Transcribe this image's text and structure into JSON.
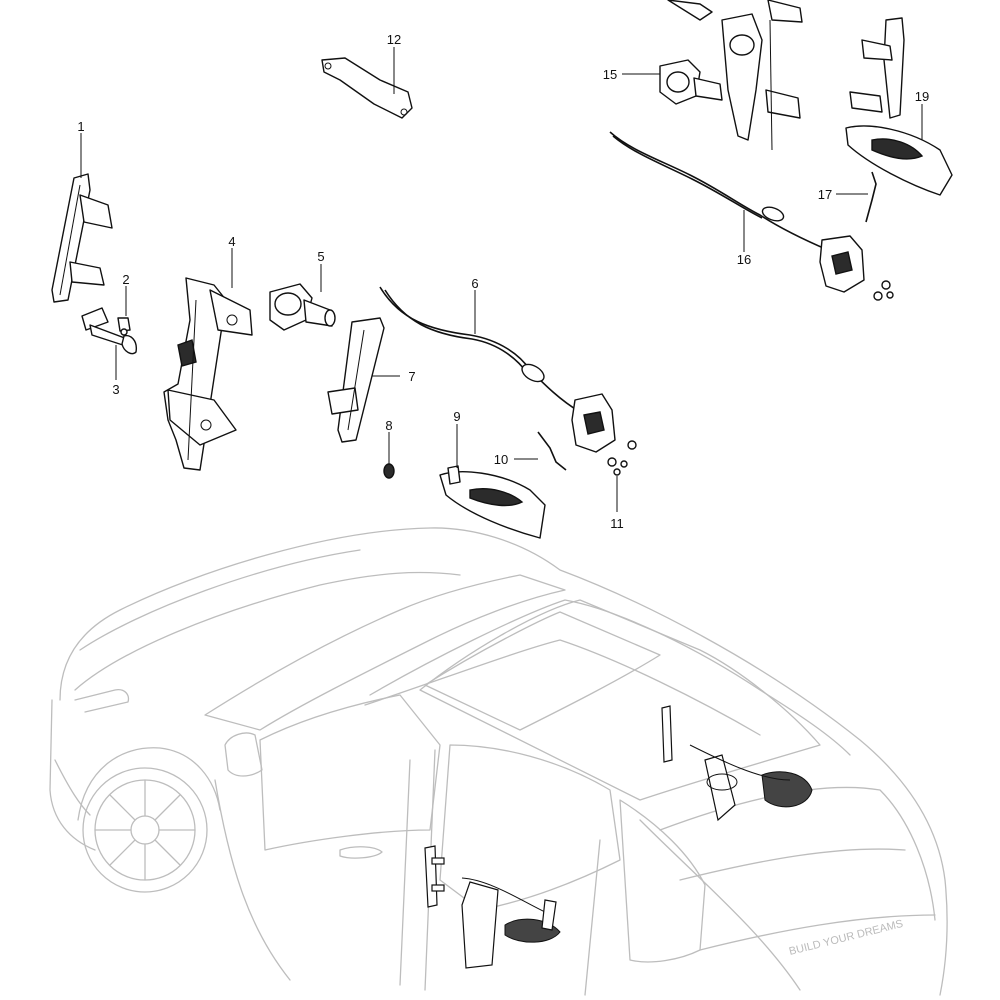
{
  "diagram": {
    "callouts": [
      "1",
      "2",
      "3",
      "4",
      "5",
      "6",
      "7",
      "8",
      "9",
      "10",
      "11",
      "12",
      "15",
      "16",
      "17",
      "19"
    ],
    "parts": [
      "door-guide-rail",
      "hinge-bolt",
      "door-check-strap",
      "window-regulator-front",
      "window-regulator-motor-front",
      "door-latch-cable-front",
      "rear-window-guide",
      "small-clip",
      "outer-door-handle-front",
      "handle-rod",
      "latch-screws",
      "mounting-bracket",
      "window-regulator-motor-rear",
      "door-latch-cable-rear",
      "rod-rear",
      "outer-door-handle-rear"
    ],
    "car_badge_text": "BUILD YOUR DREAMS"
  }
}
